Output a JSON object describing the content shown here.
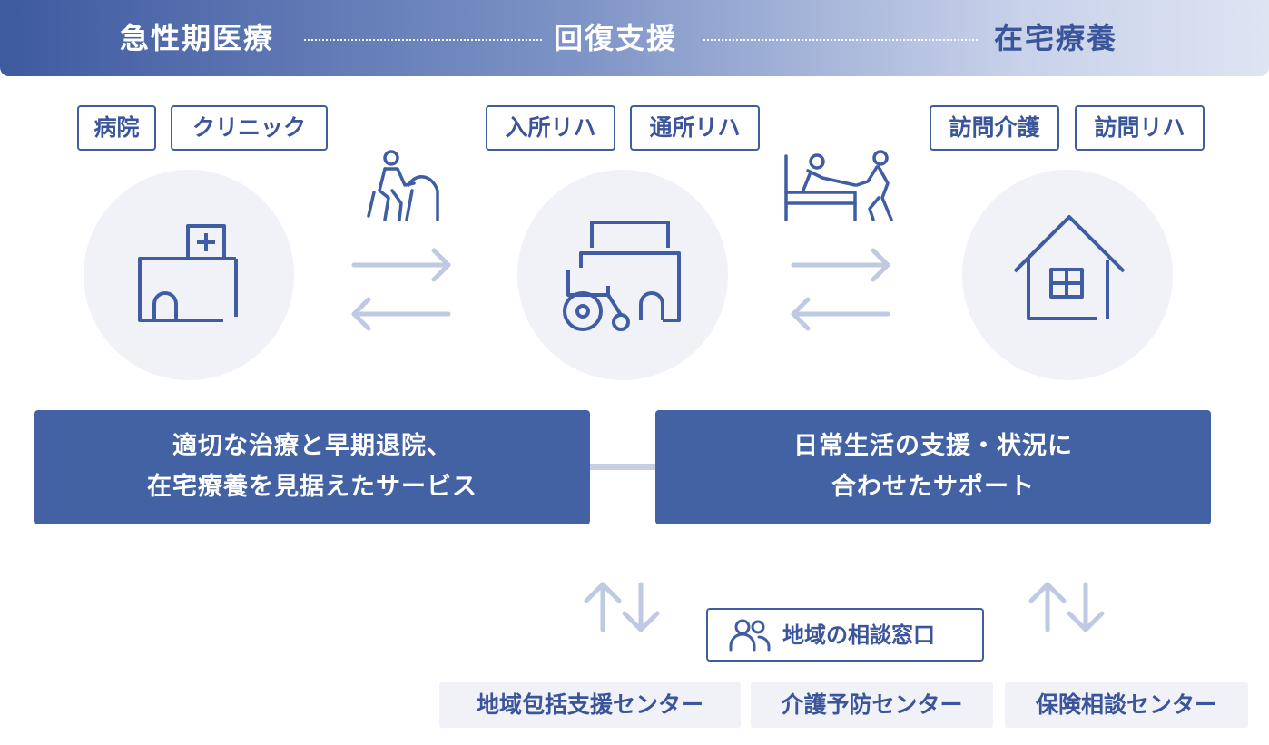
{
  "stages": [
    "急性期医療",
    "回復支援",
    "在宅療養"
  ],
  "tags": {
    "acute": [
      "病院",
      "クリニック"
    ],
    "recovery": [
      "入所リハ",
      "通所リハ"
    ],
    "home": [
      "訪問介護",
      "訪問リハ"
    ]
  },
  "panels": {
    "left": [
      "適切な治療と早期退院、",
      "在宅療養を見据えたサービス"
    ],
    "right": [
      "日常生活の支援・状況に",
      "合わせたサポート"
    ]
  },
  "consultation": {
    "label": "地域の相談窓口",
    "icon": "people-icon"
  },
  "centers": [
    "地域包括支援センター",
    "介護予防センター",
    "保険相談センター"
  ],
  "colors": {
    "primary": "#4362a3",
    "light": "#c6cee4",
    "circle": "#f1f1f8"
  }
}
